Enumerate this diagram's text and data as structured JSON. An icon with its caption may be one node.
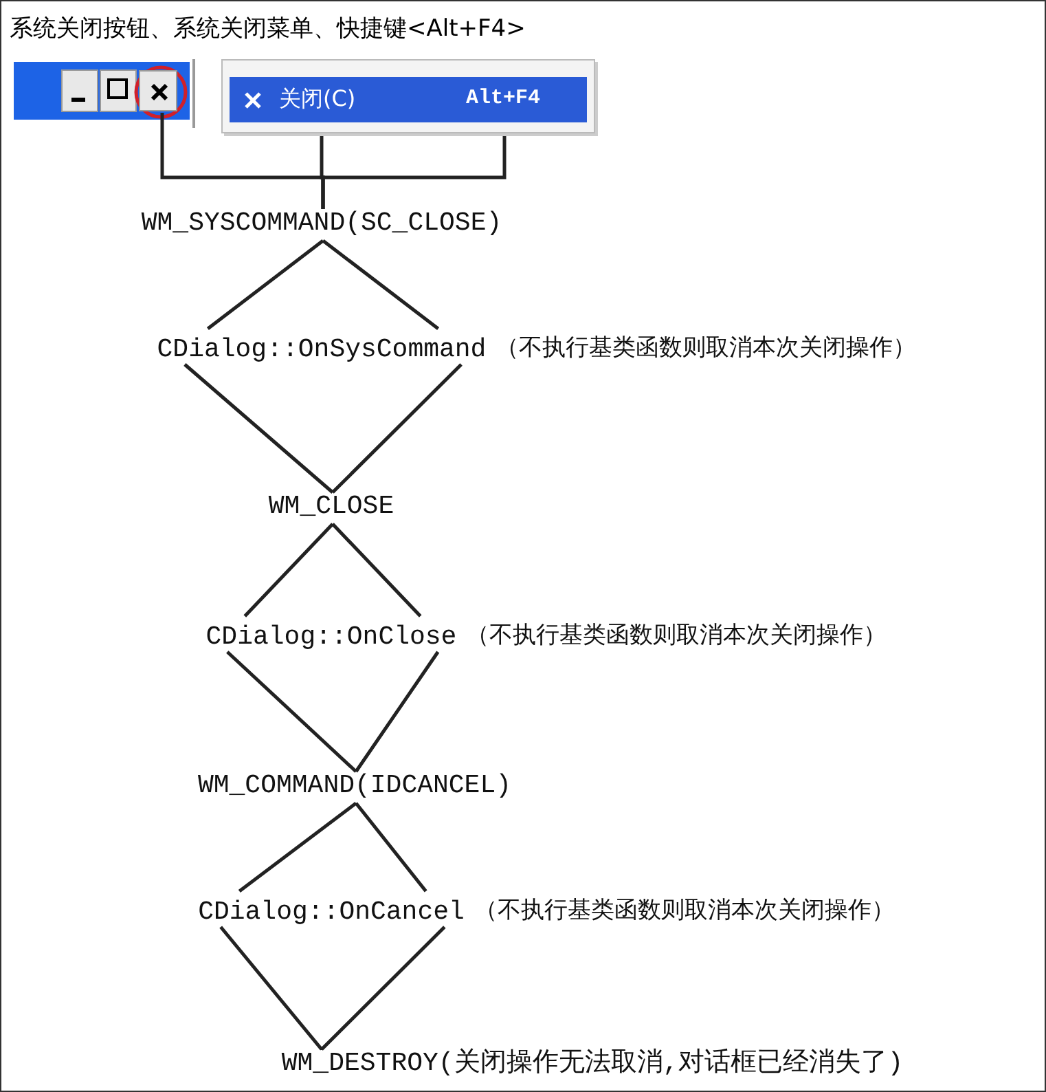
{
  "diagram": {
    "title": "系统关闭按钮、系统关闭菜单、快捷键<Alt+F4>",
    "nodes": [
      {
        "text": [],
        "shape": "box"
      },
      {
        "text": [
          "关闭(C)"
        ]
      },
      {
        "text": [
          "Alt+F4"
        ],
        "in": 1
      },
      {
        "text": [
          "WM_SYSCOMMAND(SC_CLOSE)"
        ]
      },
      {
        "text": [
          "CDialog::OnSysCommand"
        ],
        "beside": [
          "（不执行基类函数则取消本次关闭操作）"
        ]
      },
      {
        "text": [
          "WM_CLOSE"
        ]
      },
      {
        "text": [
          "CDialog::OnClose"
        ],
        "beside": [
          "（不执行基类函数则取消本次关闭操作）"
        ]
      },
      {
        "text": [
          "WM_COMMAND(IDCANCEL)"
        ]
      },
      {
        "text": [
          "CDialog::OnCancel"
        ],
        "beside": [
          "（不执行基类函数则取消本次关闭操作）"
        ]
      },
      {
        "text": [
          "WM_DESTROY(关闭操作无法取消,对话框已经消失了)"
        ]
      }
    ],
    "edges": [
      {
        "from": 0,
        "to": 3,
        "arrow": "none"
      },
      {
        "from": 1,
        "to": 3,
        "arrow": "none"
      },
      {
        "from": 2,
        "to": 3,
        "arrow": "none"
      },
      {
        "from": 3,
        "to": 4,
        "arrow": "none"
      },
      {
        "from": 4,
        "to": 5,
        "arrow": "none"
      },
      {
        "from": 5,
        "to": 6,
        "arrow": "none"
      },
      {
        "from": 6,
        "to": 7,
        "arrow": "none"
      },
      {
        "from": 7,
        "to": 8,
        "arrow": "none"
      },
      {
        "from": 8,
        "to": 9,
        "arrow": "none"
      }
    ]
  }
}
